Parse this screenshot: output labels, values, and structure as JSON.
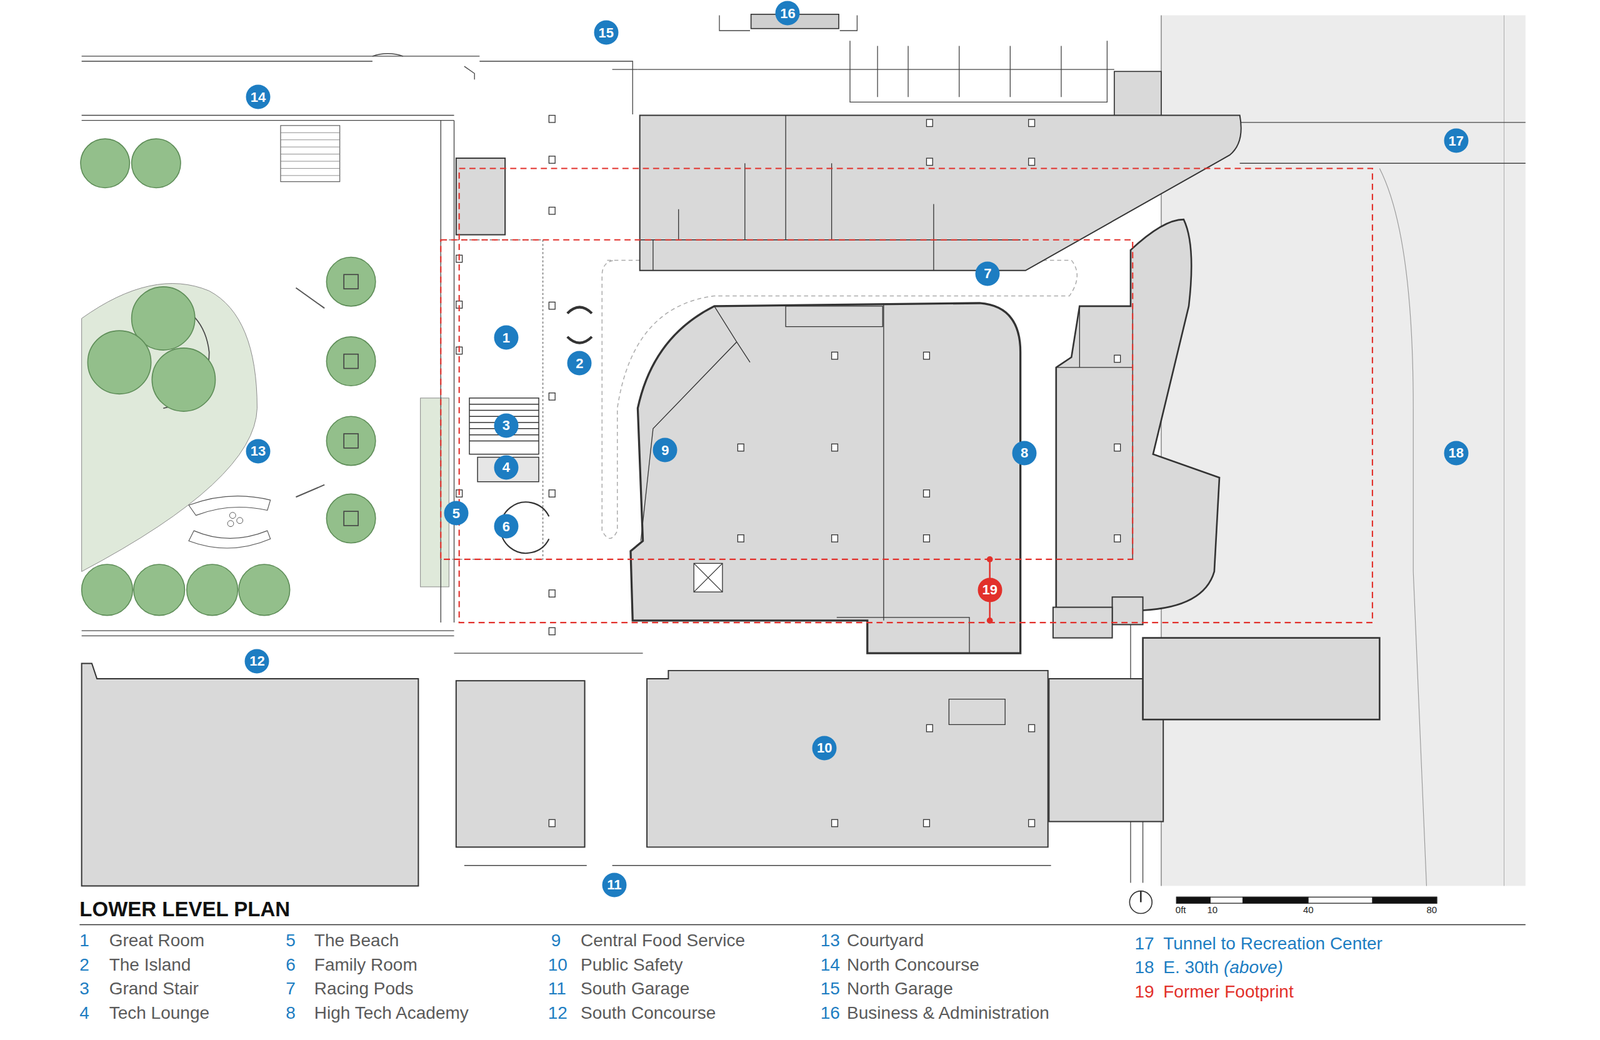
{
  "diagram": {
    "title": "LOWER LEVEL PLAN",
    "nodes": [
      {
        "text": [
          "1"
        ]
      },
      {
        "text": [
          "2"
        ]
      },
      {
        "text": [
          "3"
        ]
      },
      {
        "text": [
          "4"
        ]
      },
      {
        "text": [
          "5"
        ]
      },
      {
        "text": [
          "6"
        ]
      },
      {
        "text": [
          "7"
        ]
      },
      {
        "text": [
          "8"
        ]
      },
      {
        "text": [
          "9"
        ]
      },
      {
        "text": [
          "10"
        ]
      },
      {
        "text": [
          "11"
        ]
      },
      {
        "text": [
          "12"
        ]
      },
      {
        "text": [
          "13"
        ]
      },
      {
        "text": [
          "14"
        ]
      },
      {
        "text": [
          "15"
        ]
      },
      {
        "text": [
          "16"
        ]
      },
      {
        "text": [
          "17"
        ]
      },
      {
        "text": [
          "18"
        ]
      },
      {
        "text": [
          "19"
        ]
      }
    ],
    "labels": [
      "1",
      "Great Room",
      "2",
      "The Island",
      "3",
      "Grand Stair",
      "4",
      "Tech Lounge",
      "5",
      "The Beach",
      "6",
      "Family Room",
      "7",
      "Racing Pods",
      "8",
      "High Tech Academy",
      "9",
      "Central Food Service",
      "10",
      "Public Safety",
      "11",
      "South Garage",
      "12",
      "South Concourse",
      "13",
      "Courtyard",
      "14",
      "North Concourse",
      "15",
      "North Garage",
      "16",
      "Business & Administration",
      "17",
      "Tunnel to Recreation Center",
      "18",
      "E. 30th",
      "(above)",
      "19",
      "Former Footprint",
      "0ft",
      "10",
      "40",
      "80"
    ]
  }
}
